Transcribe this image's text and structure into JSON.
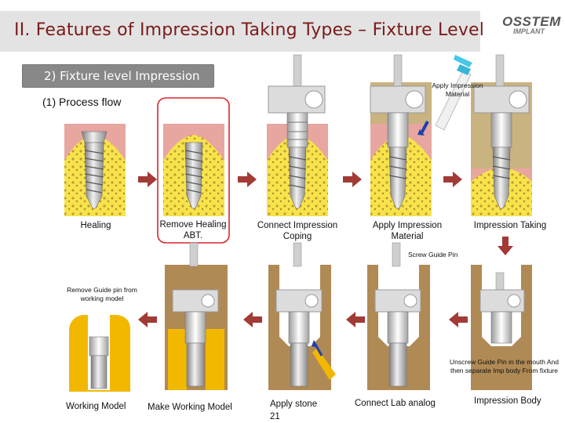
{
  "slide": {
    "title": "II. Features of Impression Taking Types – Fixture Level",
    "section_label": "2) Fixture level Impression",
    "sub_title": "(1) Process flow"
  },
  "logo": {
    "top": "OSSTEM",
    "bottom": "IMPLANT"
  },
  "row1_captions": [
    "Healing",
    "Remove Healing ABT.",
    "Connect Impression Coping",
    "Apply Impression Material",
    "Impression Taking"
  ],
  "row2_captions": [
    "Working Model",
    "Make Working Model",
    "Apply stone 21",
    "Connect Lab analog",
    "Impression Body"
  ],
  "notes": {
    "apply_material": "Apply Impression Material",
    "screw_guide": "Screw Guide Pin",
    "remove_guide": "Remove Guide pin from working model",
    "unscrew": "Unscrew Guide Pin in the mouth And then separate Imp body From fixture"
  },
  "colors": {
    "title": "#7a1a1a",
    "arrow": "#a23a36",
    "bone": "#f6e44a",
    "gum": "#e7a6a0",
    "highlight_box": "#d9262a",
    "stone": "#f2b800",
    "impression_body": "#b08a55"
  }
}
